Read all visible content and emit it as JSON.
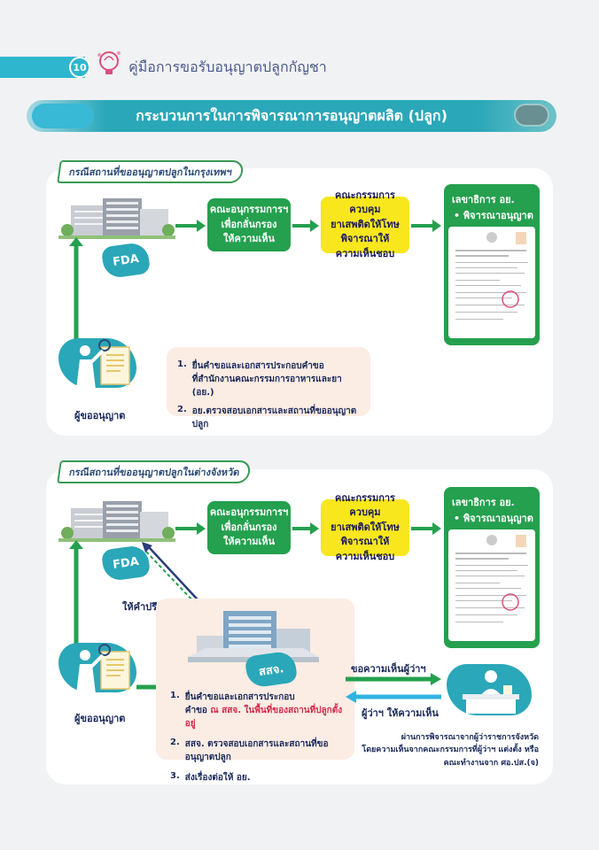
{
  "header": {
    "page_number": "10",
    "title": "คู่มือการขอรับอนุญาตปลูกกัญชา"
  },
  "banner": {
    "title": "กระบวนการในการพิจารณาการอนุญาตผลิต (ปลูก)"
  },
  "section1": {
    "tag": "กรณีสถานที่ขออนุญาตปลูกในกรุงเทพฯ",
    "fda_label": "FDA",
    "applicant_label": "ผู้ขออนุญาต",
    "subcommittee": [
      "คณะอนุกรรมการฯ",
      "เพื่อกลั่นกรอง",
      "ให้ความเห็น"
    ],
    "committee": [
      "คณะกรรมการควบคุม",
      "ยาเสพติดให้โทษ",
      "พิจารณาให้",
      "ความเห็นชอบ"
    ],
    "secretary_title": "เลขาธิการ อย.",
    "secretary_bullet": "พิจารณาอนุญาต",
    "steps": [
      {
        "num": "1.",
        "line1": "ยื่นคำขอและเอกสารประกอบคำขอ",
        "line2": "ที่สำนักงานคณะกรรมการอาหารและยา (อย.)"
      },
      {
        "num": "2.",
        "line1": "อย.ตรวจสอบเอกสารและสถานที่ขออนุญาตปลูก",
        "line2": ""
      }
    ]
  },
  "section2": {
    "tag": "กรณีสถานที่ขออนุญาตปลูกในต่างจังหวัด",
    "fda_label": "FDA",
    "applicant_label": "ผู้ขออนุญาต",
    "consult_label": "ให้คำปรึกษา",
    "ssj_label": "สสจ.",
    "subcommittee": [
      "คณะอนุกรรมการฯ",
      "เพื่อกลั่นกรอง",
      "ให้ความเห็น"
    ],
    "committee": [
      "คณะกรรมการควบคุม",
      "ยาเสพติดให้โทษ",
      "พิจารณาให้",
      "ความเห็นชอบ"
    ],
    "secretary_title": "เลขาธิการ อย.",
    "secretary_bullet": "พิจารณาอนุญาต",
    "ask_governor": "ขอความเห็นผู้ว่าฯ",
    "governor_opinion": "ผู้ว่าฯ ให้ความเห็น",
    "steps": {
      "s1_num": "1.",
      "s1_line1": "ยื่นคำขอและเอกสารประกอบ",
      "s1_line2a": "คำขอ",
      "s1_line2b": "ณ สสจ. ในพื้นที่ของสถานที่ปลูกตั้งอยู่",
      "s2_num": "2.",
      "s2_text": "สสจ. ตรวจสอบเอกสารและสถานที่ขออนุญาตปลูก",
      "s3_num": "3.",
      "s3_text": "ส่งเรื่องต่อให้ อย."
    },
    "note": [
      "ผ่านการพิจารณาจากผู้ว่าราชการจังหวัด",
      "โดยความเห็นจากคณะกรรมการที่ผู้ว่าฯ แต่งตั้ง หรือ",
      "คณะทำงานจาก ศอ.ปส.(จ)"
    ]
  },
  "colors": {
    "teal": "#2aa7b8",
    "green": "#24a04e",
    "yellow": "#f8e71c",
    "navy": "#1a2a5a",
    "red": "#d12a4a"
  }
}
